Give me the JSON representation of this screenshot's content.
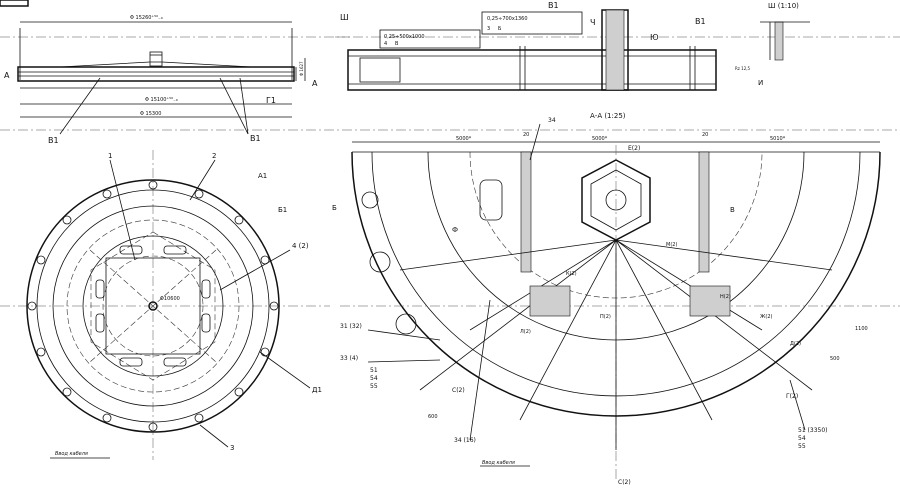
{
  "header": {
    "corner_tag": ""
  },
  "side_view": {
    "dim_top": "Φ 15260⁺⁵⁰₋₀",
    "dim_mid": "Φ 15100⁺⁵⁰₋₀",
    "dim_bottom": "Φ 15300",
    "dim_right": "Φ 1627",
    "label_a_left": "A",
    "label_a_right": "A",
    "label_g1": "Г1",
    "label_v1_left": "В1",
    "label_v1_right": "В1"
  },
  "section_top": {
    "label_sh": "Ш",
    "label_v1a": "В1",
    "label_v1b": "В1",
    "label_ch": "Ч",
    "label_yu": "Ю",
    "spec1": [
      "0,25÷500х1000",
      "4",
      "В"
    ],
    "spec2": [
      "0,25÷700х1360",
      "3",
      "Б"
    ]
  },
  "detail_sh": {
    "title": "Ш (1:10)",
    "label_i": "И",
    "roughness": "Rz 12,5"
  },
  "section_aa": {
    "title": "А-А (1:25)"
  },
  "plan_view": {
    "callout_1": "1",
    "callout_2": "2",
    "callout_3": "3",
    "callout_4": "4 (2)",
    "callout_a1": "А1",
    "callout_b1": "Б1",
    "callout_d1": "Д1",
    "center_dim": "Φ10600",
    "cable_entry": "Ввод кабеля"
  },
  "half_view": {
    "dim_5000a": "5000*",
    "dim_5000b": "5000*",
    "dim_5010": "5010*",
    "dim_20a": "20",
    "dim_20b": "20",
    "callout_34_top": "34",
    "callout_e2": "Е(2)",
    "label_b": "Б",
    "label_v": "В",
    "label_phi": "Ф",
    "callout_31": "31 (32)",
    "callout_33": "33 (4)",
    "callout_51": "51",
    "callout_54": "54",
    "callout_55": "55",
    "callout_s2": "С(2)",
    "callout_34_bottom": "34 (16)",
    "callout_g2": "Г(2)",
    "callout_51b": "51 (3350)",
    "callout_54b": "54",
    "callout_55b": "55",
    "callout_sz": "С(2)",
    "dim_600": "600",
    "dim_500": "500",
    "dim_1100": "1100",
    "cable_entry": "Ввод кабеля",
    "label_k2": "К(2)",
    "label_l2": "Л(2)",
    "label_m2": "М(2)",
    "label_n2": "Н(2)",
    "label_zh2": "Ж(2)",
    "label_p2": "П(2)",
    "label_d2": "Д(2)"
  }
}
